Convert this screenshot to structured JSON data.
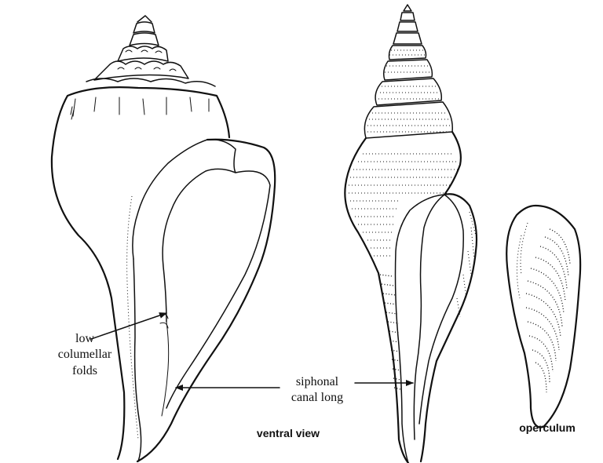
{
  "labels": {
    "low_folds_line1": "low",
    "low_folds_line2": "columellar",
    "low_folds_line3": "folds",
    "siphonal_line1": "siphonal",
    "siphonal_line2": "canal long",
    "ventral_view": "ventral view",
    "operculum": "operculum"
  },
  "colors": {
    "ink": "#111111",
    "background": "#ffffff"
  }
}
